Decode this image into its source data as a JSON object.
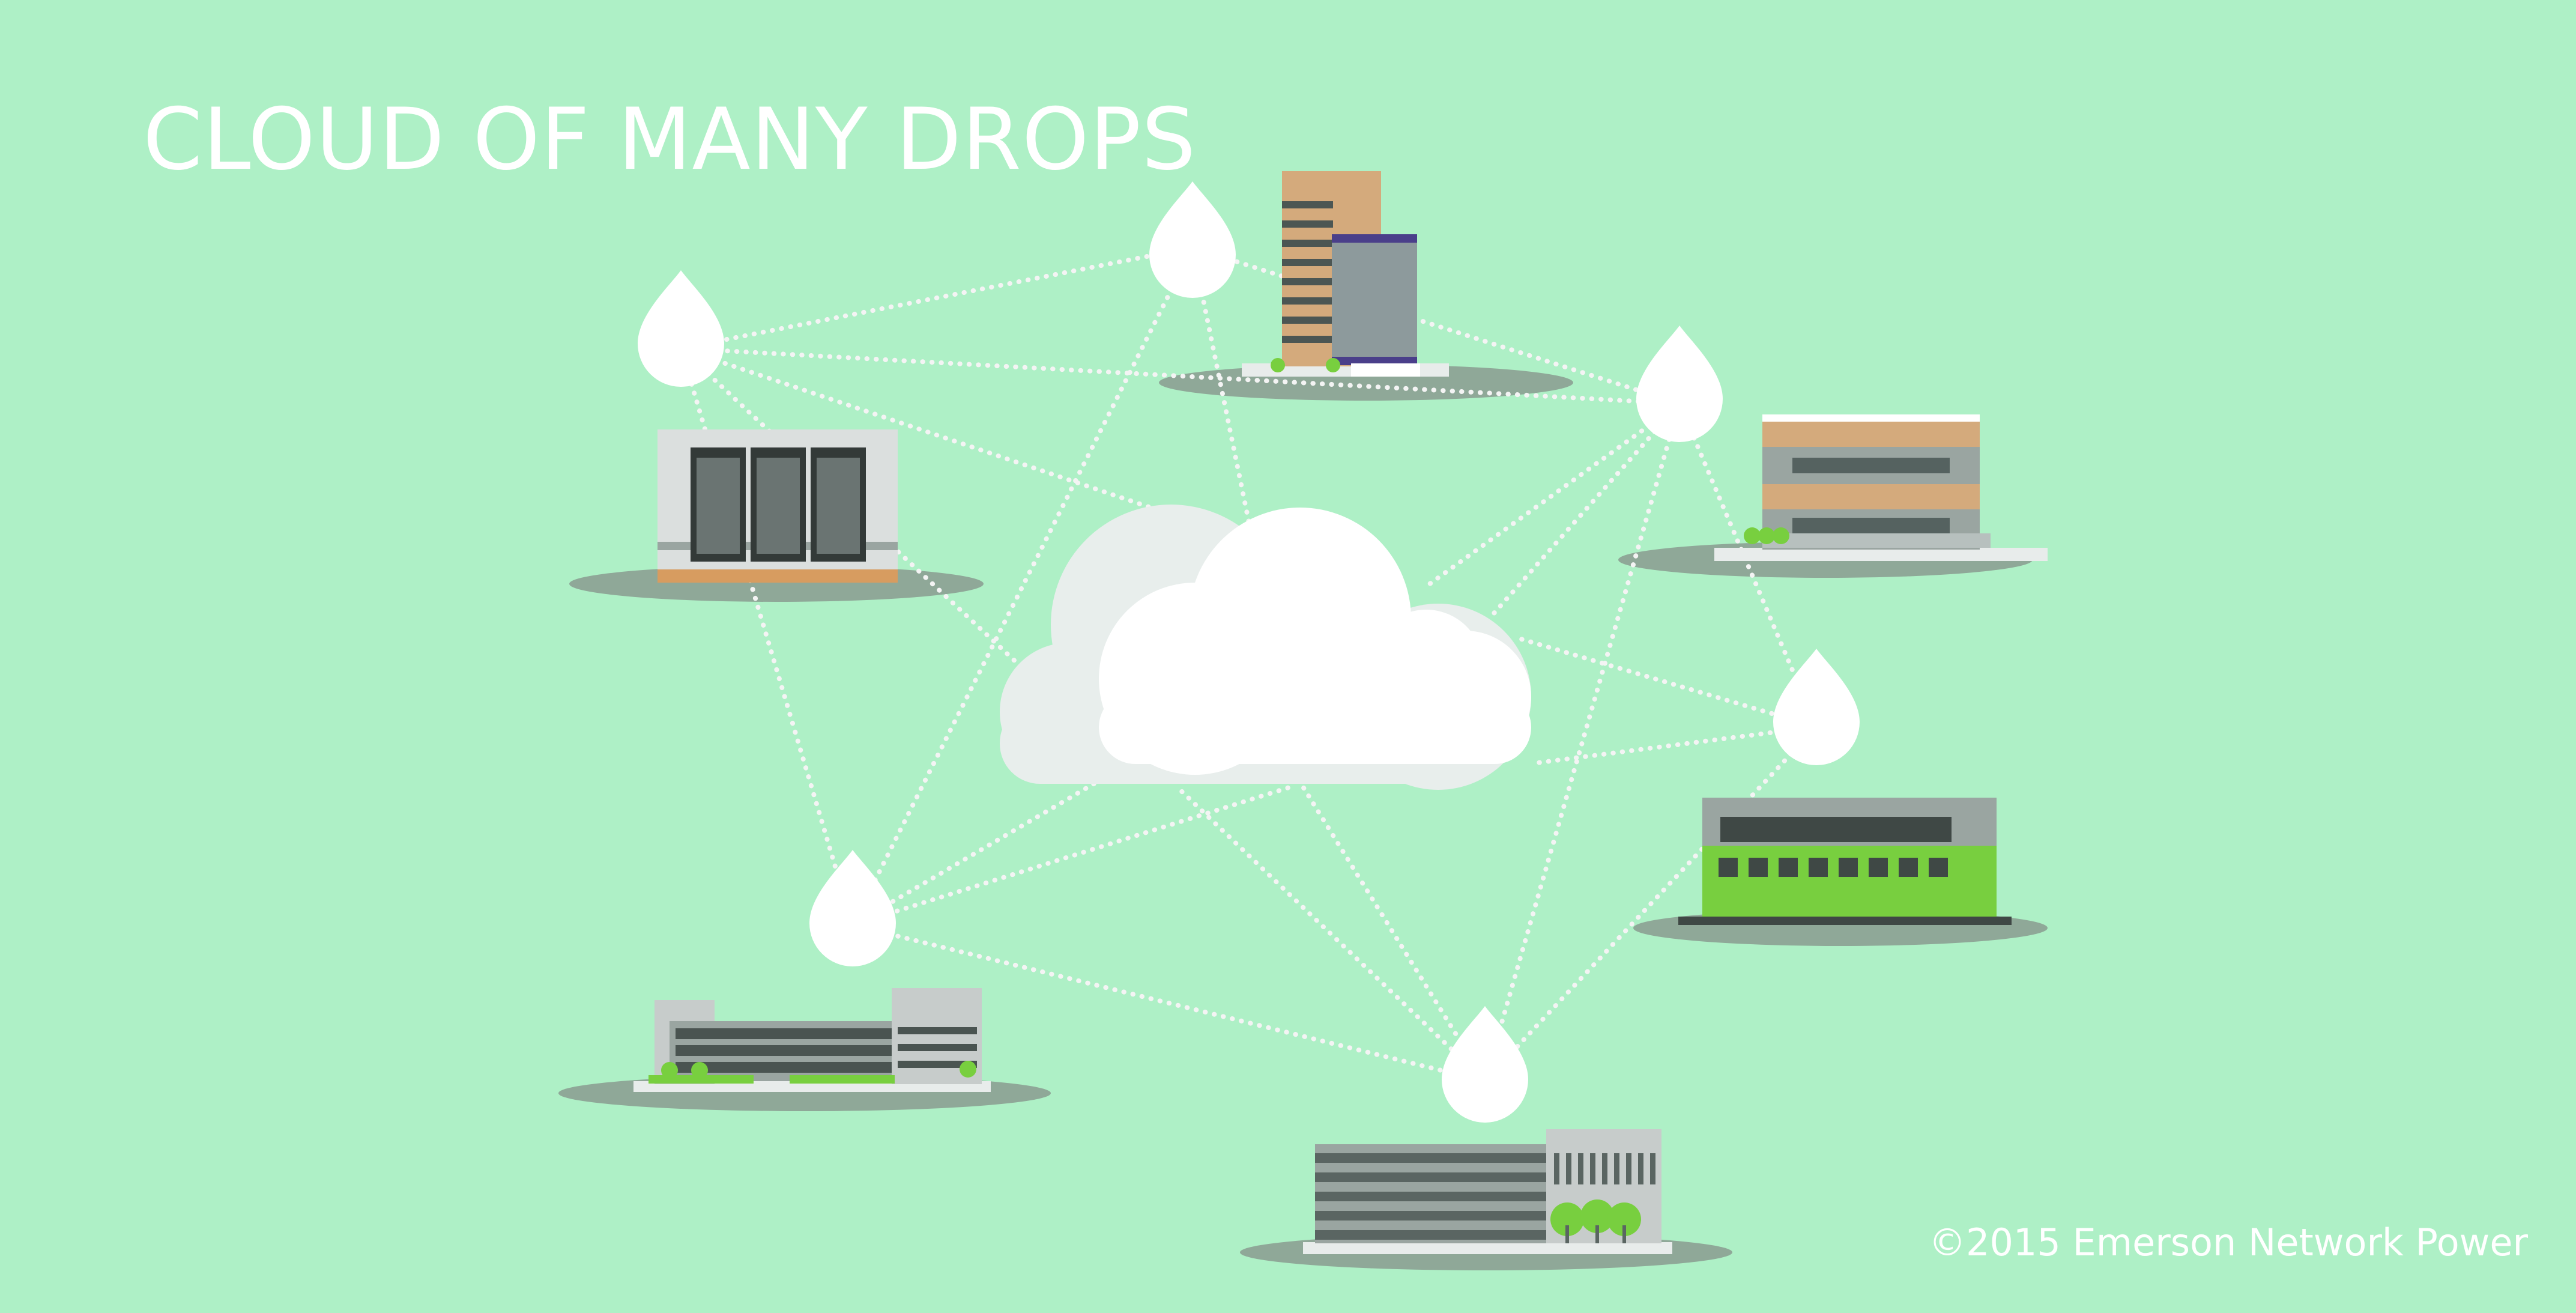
{
  "title": "CLOUD OF MANY DROPS",
  "copyright": "©2015 Emerson Network Power",
  "colors": {
    "background": "#aef0c6",
    "connector": "#f4f4f4",
    "drop": "#ffffff",
    "cloud_front": "#ffffff",
    "cloud_back": "#e8eeec",
    "shadow": "#8fa898",
    "accent_green": "#78cf3f",
    "accent_tan": "#d4aa7c"
  },
  "nodes": [
    {
      "id": "drop-top",
      "icon": "highrise-office-buildings-icon"
    },
    {
      "id": "drop-upper-left",
      "icon": "server-rack-room-icon"
    },
    {
      "id": "drop-upper-right",
      "icon": "office-building-icon"
    },
    {
      "id": "drop-right",
      "icon": "green-warehouse-icon"
    },
    {
      "id": "drop-lower-left",
      "icon": "industrial-campus-icon"
    },
    {
      "id": "drop-bottom",
      "icon": "data-center-building-icon"
    }
  ]
}
